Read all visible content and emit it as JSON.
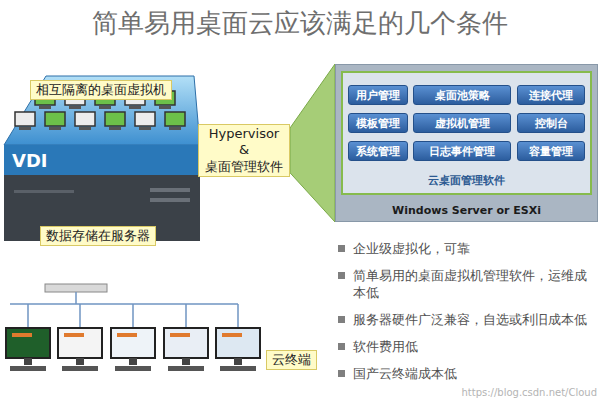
{
  "diagram": {
    "title": "简单易用桌面云应该满足的几个条件",
    "nodes": [
      {
        "text": [
          "相互隔离的桌面虚拟机"
        ]
      },
      {
        "text": [
          "Hypervisor & 桌面管理软件"
        ]
      },
      {
        "text": [
          "Windows Server or ESXi"
        ]
      },
      {
        "text": [
          "云桌面管理软件"
        ],
        "in": 2
      },
      {
        "text": [
          "用户管理"
        ],
        "in": 3
      },
      {
        "text": [
          "桌面池策略"
        ],
        "in": 3
      },
      {
        "text": [
          "连接代理"
        ],
        "in": 3
      },
      {
        "text": [
          "模板管理"
        ],
        "in": 3
      },
      {
        "text": [
          "虚拟机管理"
        ],
        "in": 3
      },
      {
        "text": [
          "控制台"
        ],
        "in": 3
      },
      {
        "text": [
          "系统管理"
        ],
        "in": 3
      },
      {
        "text": [
          "日志事件管理"
        ],
        "in": 3
      },
      {
        "text": [
          "容量管理"
        ],
        "in": 3
      },
      {
        "text": [
          "数据存储在服务器"
        ]
      },
      {
        "text": [
          "云终端"
        ]
      }
    ],
    "edges": [
      {
        "from": 1,
        "to": 2,
        "arrow": "none"
      }
    ],
    "labels": [
      "VDI",
      "企业级虚拟化，可靠",
      "简单易用的桌面虚拟机管理软件，运维成本低",
      "服务器硬件广泛兼容，自选或利旧成本低",
      "软件费用低",
      "国产云终端成本低",
      "https://blog.csdn.net/Cloud"
    ]
  }
}
